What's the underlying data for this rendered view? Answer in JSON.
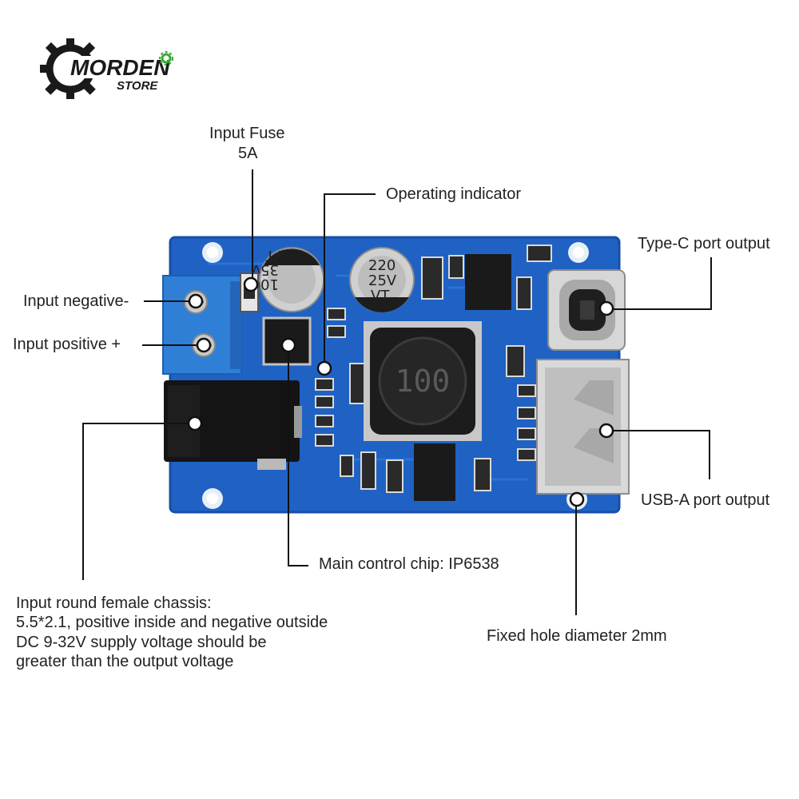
{
  "logo": {
    "brand_main": "MORDEN",
    "brand_sub": "STORE",
    "colors": {
      "gear": "#1a1a1a",
      "accent": "#3aa935"
    }
  },
  "board": {
    "colors": {
      "pcb": "#1f62c4",
      "pcb_edge": "#174fa6",
      "terminal": "#2f7fd6"
    },
    "inductor_marking": "100",
    "cap_left_marking": [
      "100",
      "35v",
      "VT"
    ],
    "cap_right_marking": [
      "220",
      "25V",
      "VT"
    ]
  },
  "labels": {
    "input_fuse": [
      "Input Fuse",
      "5A"
    ],
    "operating_indicator": "Operating indicator",
    "type_c": "Type-C port output",
    "input_negative": "Input negative-",
    "input_positive": "Input positive +",
    "usb_a": "USB-A port output",
    "main_chip": "Main control chip: IP6538",
    "fixed_hole": "Fixed hole diameter 2mm",
    "round_female": [
      "Input round female chassis:",
      "5.5*2.1, positive inside and negative outside",
      "DC 9-32V supply voltage should be",
      "greater than the output voltage"
    ]
  }
}
